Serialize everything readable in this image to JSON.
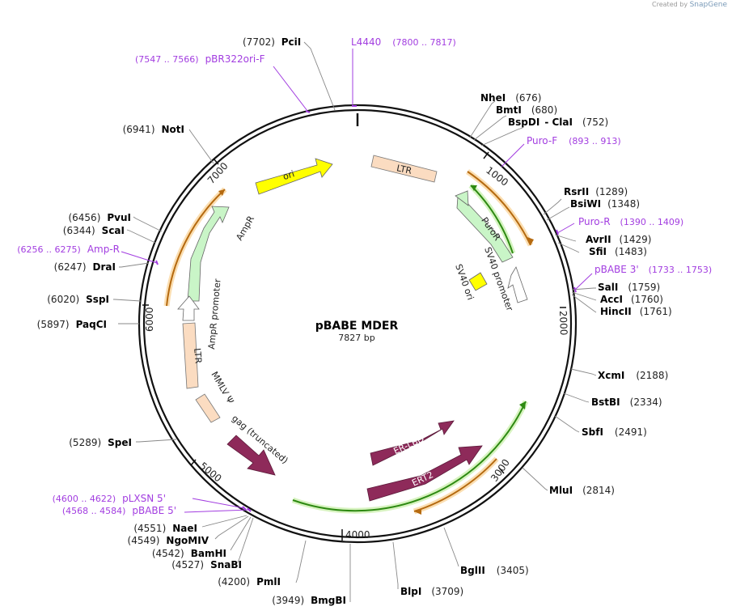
{
  "credit": {
    "prefix": "Created by",
    "brand": "SnapGene"
  },
  "plasmid": {
    "name": "pBABE MDER",
    "size_text": "7827 bp",
    "length": 7827
  },
  "ticks": [
    {
      "label": "1000",
      "pos": 1000
    },
    {
      "label": "2000",
      "pos": 2000
    },
    {
      "label": "3000",
      "pos": 3000
    },
    {
      "label": "4000",
      "pos": 4000
    },
    {
      "label": "5000",
      "pos": 5000
    },
    {
      "label": "6000",
      "pos": 6000
    },
    {
      "label": "7000",
      "pos": 7000
    }
  ],
  "sites": [
    {
      "name": "PciI",
      "pos": "(7702)",
      "site": 7702
    },
    {
      "name": "NheI",
      "pos": "(676)",
      "site": 676
    },
    {
      "name": "BmtI",
      "pos": "(680)",
      "site": 680
    },
    {
      "name": "BspDI",
      "extra": "- ClaI",
      "pos": "(752)",
      "site": 752
    },
    {
      "name": "RsrII",
      "pos": "(1289)",
      "site": 1289
    },
    {
      "name": "BsiWI",
      "pos": "(1348)",
      "site": 1348
    },
    {
      "name": "AvrII",
      "pos": "(1429)",
      "site": 1429
    },
    {
      "name": "SfiI",
      "pos": "(1483)",
      "site": 1483
    },
    {
      "name": "SalI",
      "pos": "(1759)",
      "site": 1759
    },
    {
      "name": "AccI",
      "pos": "(1760)",
      "site": 1760
    },
    {
      "name": "HincII",
      "pos": "(1761)",
      "site": 1761
    },
    {
      "name": "XcmI",
      "pos": "(2188)",
      "site": 2188
    },
    {
      "name": "BstBI",
      "pos": "(2334)",
      "site": 2334
    },
    {
      "name": "SbfI",
      "pos": "(2491)",
      "site": 2491
    },
    {
      "name": "MluI",
      "pos": "(2814)",
      "site": 2814
    },
    {
      "name": "BglII",
      "pos": "(3405)",
      "site": 3405
    },
    {
      "name": "BlpI",
      "pos": "(3709)",
      "site": 3709
    },
    {
      "name": "BmgBI",
      "pos": "(3949)",
      "site": 3949
    },
    {
      "name": "PmlI",
      "pos": "(4200)",
      "site": 4200
    },
    {
      "name": "SnaBI",
      "pos": "(4527)",
      "site": 4527
    },
    {
      "name": "BamHI",
      "pos": "(4542)",
      "site": 4542
    },
    {
      "name": "NgoMIV",
      "pos": "(4549)",
      "site": 4549
    },
    {
      "name": "NaeI",
      "pos": "(4551)",
      "site": 4551
    },
    {
      "name": "SpeI",
      "pos": "(5289)",
      "site": 5289
    },
    {
      "name": "PaqCI",
      "pos": "(5897)",
      "site": 5897
    },
    {
      "name": "SspI",
      "pos": "(6020)",
      "site": 6020
    },
    {
      "name": "DraI",
      "pos": "(6247)",
      "site": 6247
    },
    {
      "name": "ScaI",
      "pos": "(6344)",
      "site": 6344
    },
    {
      "name": "PvuI",
      "pos": "(6456)",
      "site": 6456
    },
    {
      "name": "NotI",
      "pos": "(6941)",
      "site": 6941
    }
  ],
  "primers": [
    {
      "name": "L4440",
      "range": "(7800 .. 7817)",
      "site": 7808
    },
    {
      "name": "pBR322ori-F",
      "range": "(7547 .. 7566)",
      "site": 7556
    },
    {
      "name": "Puro-F",
      "range": "(893 .. 913)",
      "site": 903
    },
    {
      "name": "Puro-R",
      "range": "(1390 .. 1409)",
      "site": 1400
    },
    {
      "name": "pBABE 3'",
      "range": "(1733 .. 1753)",
      "site": 1743
    },
    {
      "name": "Amp-R",
      "range": "(6256 .. 6275)",
      "site": 6265
    },
    {
      "name": "pLXSN 5'",
      "range": "(4600 .. 4622)",
      "site": 4611
    },
    {
      "name": "pBABE 5'",
      "range": "(4568 .. 4584)",
      "site": 4576
    }
  ],
  "features": [
    {
      "name": "ori",
      "kind": "ori",
      "color": "#ffff00"
    },
    {
      "name": "LTR",
      "kind": "ltr",
      "color": "#fbdcc1"
    },
    {
      "name": "PuroR",
      "kind": "cds",
      "color": "#c9f5c7"
    },
    {
      "name": "SV40 promoter",
      "kind": "promoter",
      "color": "#ffffff"
    },
    {
      "name": "SV40 ori",
      "kind": "ori",
      "color": "#ffff00"
    },
    {
      "name": "AmpR",
      "kind": "cds",
      "color": "#c9f5c7"
    },
    {
      "name": "AmpR promoter",
      "kind": "promoter",
      "color": "#ffffff"
    },
    {
      "name": "LTR",
      "kind": "ltr",
      "color": "#fbdcc1"
    },
    {
      "name": "MMLV Ψ",
      "kind": "signal",
      "color": "#fbdcc1"
    },
    {
      "name": "gag (truncated)",
      "kind": "cds",
      "color": "#8e2a5a"
    },
    {
      "name": "ER-LBD",
      "kind": "cds",
      "color": "#8e2a5a"
    },
    {
      "name": "ERT2",
      "kind": "cds",
      "color": "#8e2a5a"
    }
  ],
  "colors": {
    "backbone": "#111111",
    "primer": "#a23de0",
    "orange_arc": "#f4a04a",
    "green_arc": "#3aa01a"
  }
}
